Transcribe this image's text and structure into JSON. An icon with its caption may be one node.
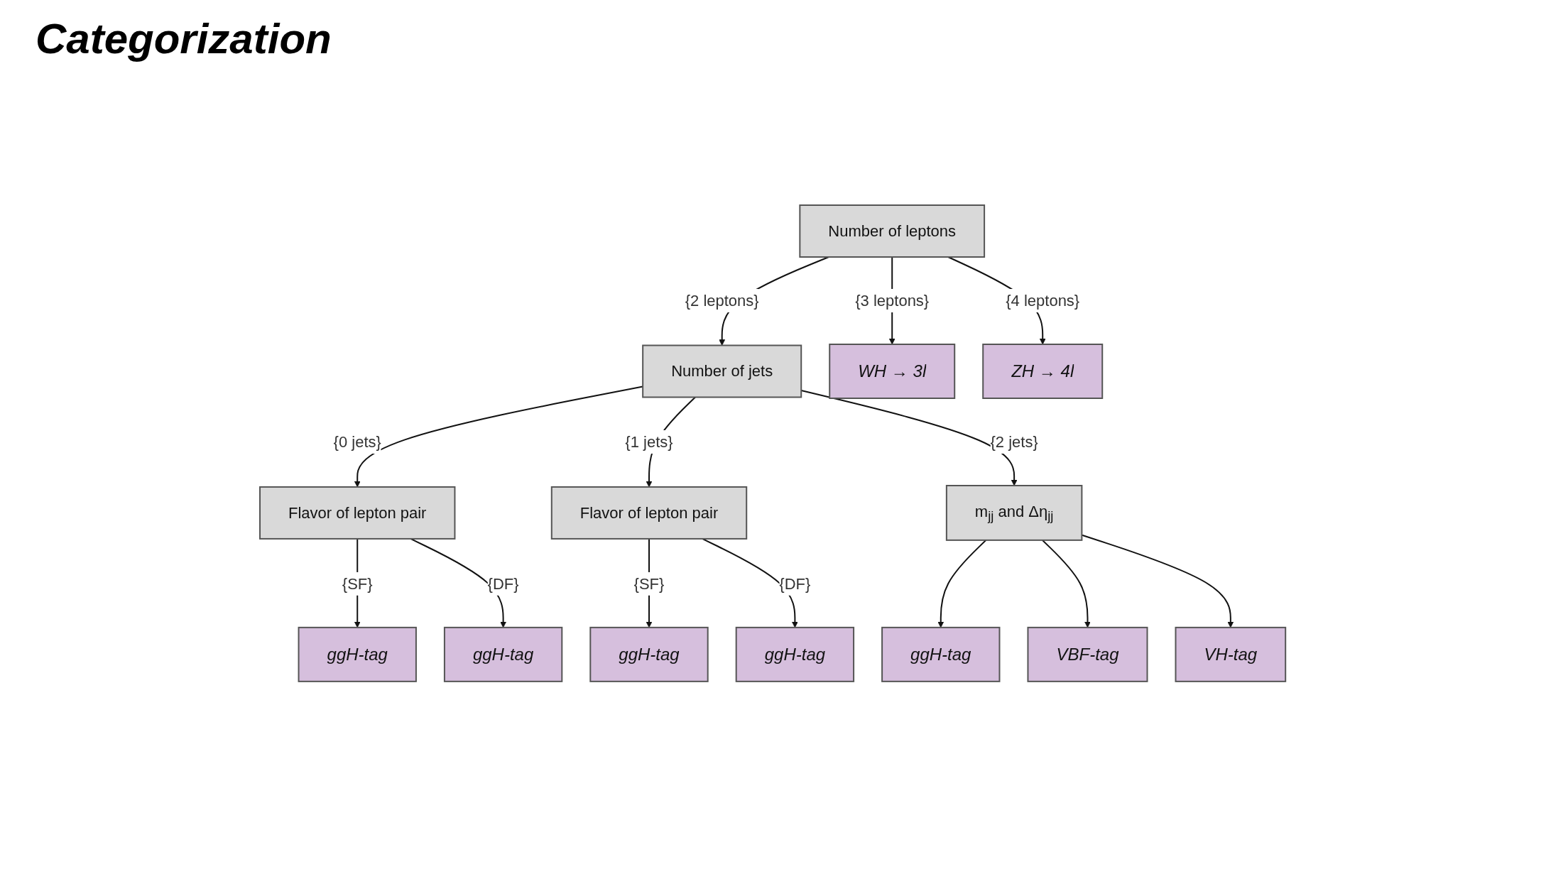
{
  "diagram": {
    "title": "Categorization",
    "nodes": [
      {
        "text": [
          "Number of leptons"
        ]
      },
      {
        "text": [
          "Number of jets"
        ]
      },
      {
        "text": [
          "WH → 3l"
        ]
      },
      {
        "text": [
          "ZH → 4l"
        ]
      },
      {
        "text": [
          "Flavor of lepton pair"
        ]
      },
      {
        "text": [
          "Flavor of lepton pair"
        ]
      },
      {
        "text": [
          "m$_{jj}$ and Δη$_{jj}$"
        ]
      },
      {
        "text": [
          "ggH-tag"
        ]
      },
      {
        "text": [
          "ggH-tag"
        ]
      },
      {
        "text": [
          "ggH-tag"
        ]
      },
      {
        "text": [
          "ggH-tag"
        ]
      },
      {
        "text": [
          "ggH-tag"
        ]
      },
      {
        "text": [
          "VBF-tag"
        ]
      },
      {
        "text": [
          "VH-tag"
        ]
      }
    ],
    "edges": [
      {
        "from": 0,
        "to": 1,
        "arrow": "to",
        "label": "{2 leptons}"
      },
      {
        "from": 0,
        "to": 2,
        "arrow": "to",
        "label": "{3 leptons}"
      },
      {
        "from": 0,
        "to": 3,
        "arrow": "to",
        "label": "{4 leptons}"
      },
      {
        "from": 1,
        "to": 4,
        "arrow": "to",
        "label": "{0 jets}"
      },
      {
        "from": 1,
        "to": 5,
        "arrow": "to",
        "label": "{1 jets}"
      },
      {
        "from": 1,
        "to": 6,
        "arrow": "to",
        "label": "{2 jets}"
      },
      {
        "from": 4,
        "to": 7,
        "arrow": "to",
        "label": "{SF}"
      },
      {
        "from": 4,
        "to": 8,
        "arrow": "to",
        "label": "{DF}"
      },
      {
        "from": 5,
        "to": 9,
        "arrow": "to",
        "label": "{SF}"
      },
      {
        "from": 5,
        "to": 10,
        "arrow": "to",
        "label": "{DF}"
      },
      {
        "from": 6,
        "to": 11,
        "arrow": "to"
      },
      {
        "from": 6,
        "to": 12,
        "arrow": "to"
      },
      {
        "from": 6,
        "to": 13,
        "arrow": "to"
      }
    ]
  }
}
